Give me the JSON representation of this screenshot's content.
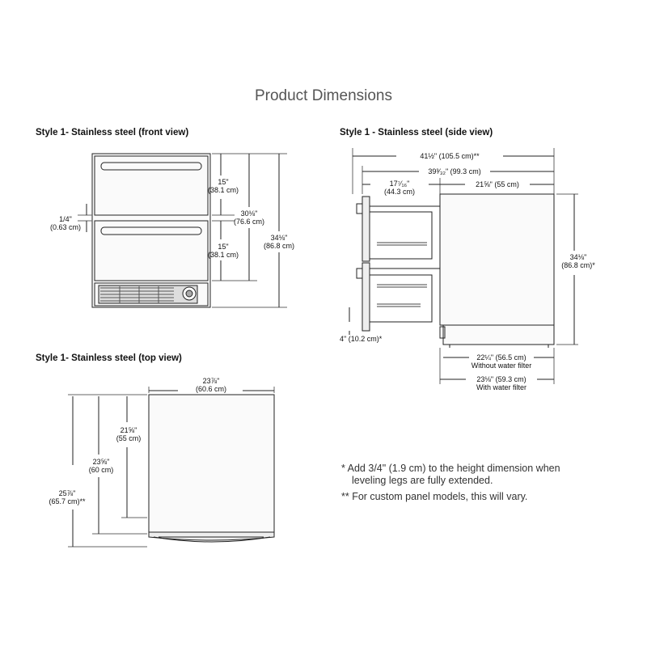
{
  "title": "Product Dimensions",
  "front_view": {
    "label": "Style 1- Stainless steel (front view)",
    "dims": {
      "drawer_top_height": "15\"",
      "drawer_top_height_cm": "(38.1 cm)",
      "gap": "1/4\"",
      "gap_cm": "(0.63 cm)",
      "drawer_bottom_height": "15\"",
      "drawer_bottom_height_cm": "(38.1 cm)",
      "height_no_base": "30⅛\"",
      "height_no_base_cm": "(76.6 cm)",
      "overall_height": "34⅛\"",
      "overall_height_cm": "(86.8 cm)"
    }
  },
  "side_view": {
    "label": "Style 1 - Stainless steel (side view)",
    "dims": {
      "overall_depth_open": "41½\" (105.5 cm)**",
      "depth_open": "39³⁄₃₂\" (99.3 cm)",
      "drawer_extension": "17⁷⁄₁₆\"",
      "drawer_extension_cm": "(44.3 cm)",
      "cabinet_depth": "21⅝\" (55 cm)",
      "overall_height": "34⅛\"",
      "overall_height_cm": "(86.8 cm)*",
      "toe_kick": "4\" (10.2 cm)*",
      "depth_without_filter": "22¼\" (56.5 cm)",
      "depth_without_filter_note": "Without water filter",
      "depth_with_filter": "23⅛\" (59.3 cm)",
      "depth_with_filter_note": "With water filter"
    }
  },
  "top_view": {
    "label": "Style 1- Stainless steel (top view)",
    "dims": {
      "width": "23⅞\"",
      "width_cm": "(60.6 cm)",
      "cabinet_depth": "21⅝\"",
      "cabinet_depth_cm": "(55 cm)",
      "depth_to_front": "23⅝\"",
      "depth_to_front_cm": "(60 cm)",
      "overall_depth": "25⅞\"",
      "overall_depth_cm": "(65.7 cm)**"
    }
  },
  "notes": {
    "note1_line1": "*  Add 3/4\" (1.9 cm) to the height dimension when",
    "note1_line2": "leveling legs are fully extended.",
    "note2": "** For custom panel models, this will vary."
  }
}
